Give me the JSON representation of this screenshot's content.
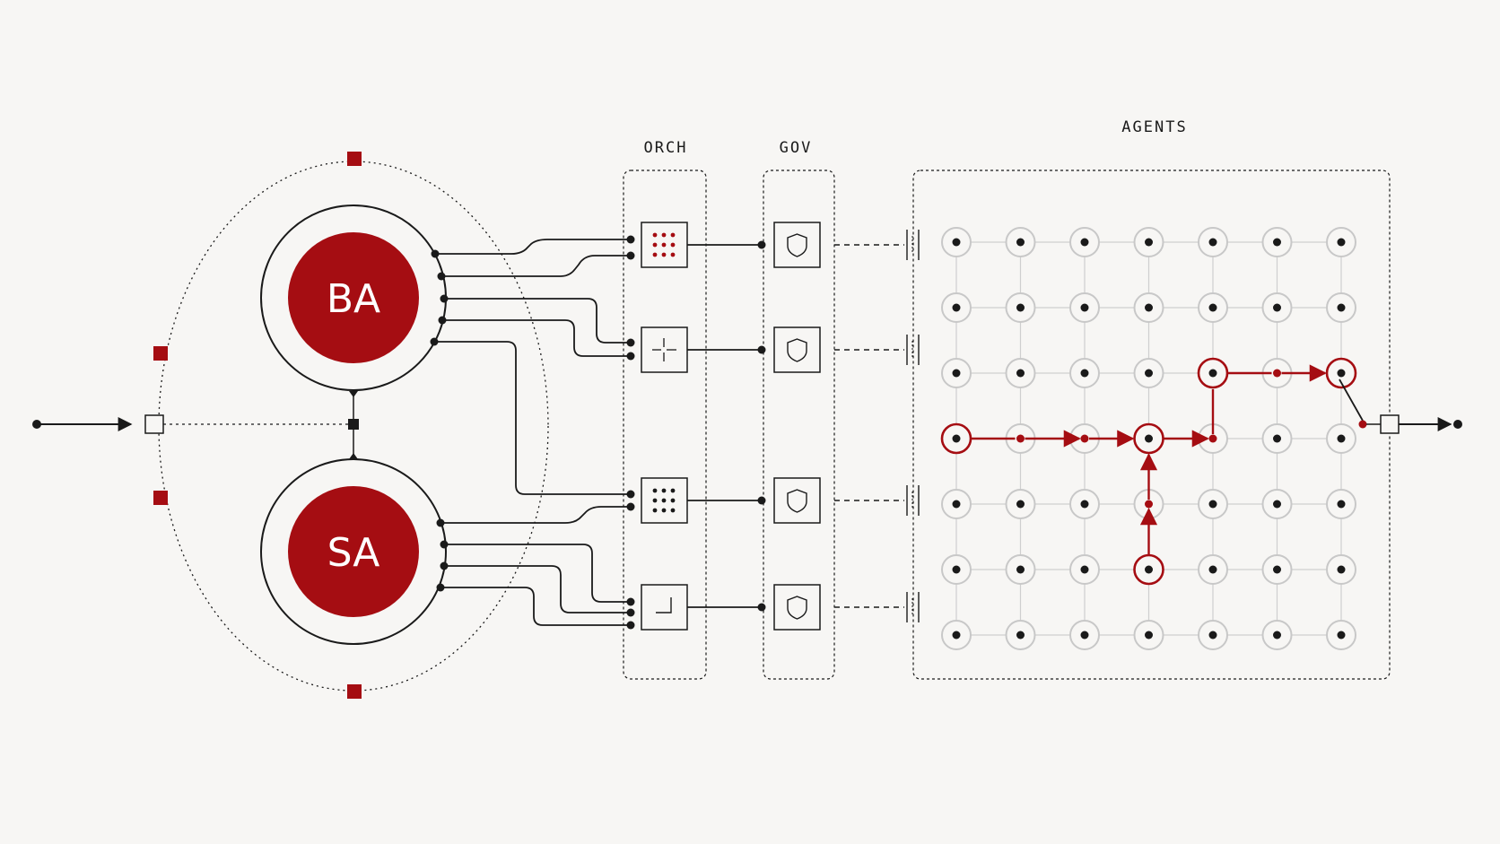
{
  "labels": {
    "orch": "ORCH",
    "gov": "GOV",
    "agents": "AGENTS"
  },
  "nodes": {
    "ba": "BA",
    "sa": "SA"
  },
  "colors": {
    "accent": "#a50d12",
    "ink": "#1a1a1a",
    "grid": "#cfcfcf",
    "background": "#f7f6f4"
  },
  "orch_modules": [
    {
      "icon": "dot-grid-red-icon"
    },
    {
      "icon": "crosshair-icon"
    },
    {
      "icon": "dot-grid-icon"
    },
    {
      "icon": "corner-bracket-icon"
    }
  ],
  "gov_modules": [
    {
      "icon": "shield-icon"
    },
    {
      "icon": "shield-icon"
    },
    {
      "icon": "shield-icon"
    },
    {
      "icon": "shield-icon"
    }
  ],
  "agent_grid": {
    "rows": 7,
    "cols": 7,
    "active_path": [
      [
        3,
        0
      ],
      [
        3,
        1
      ],
      [
        3,
        2
      ],
      [
        3,
        3
      ],
      [
        3,
        4
      ],
      [
        2,
        4
      ],
      [
        2,
        5
      ],
      [
        2,
        6
      ]
    ],
    "branch_path": [
      [
        5,
        3
      ],
      [
        4,
        3
      ],
      [
        3,
        3
      ]
    ],
    "ringed_nodes": [
      [
        3,
        0
      ],
      [
        3,
        3
      ],
      [
        2,
        4
      ],
      [
        2,
        6
      ],
      [
        5,
        3
      ]
    ]
  }
}
